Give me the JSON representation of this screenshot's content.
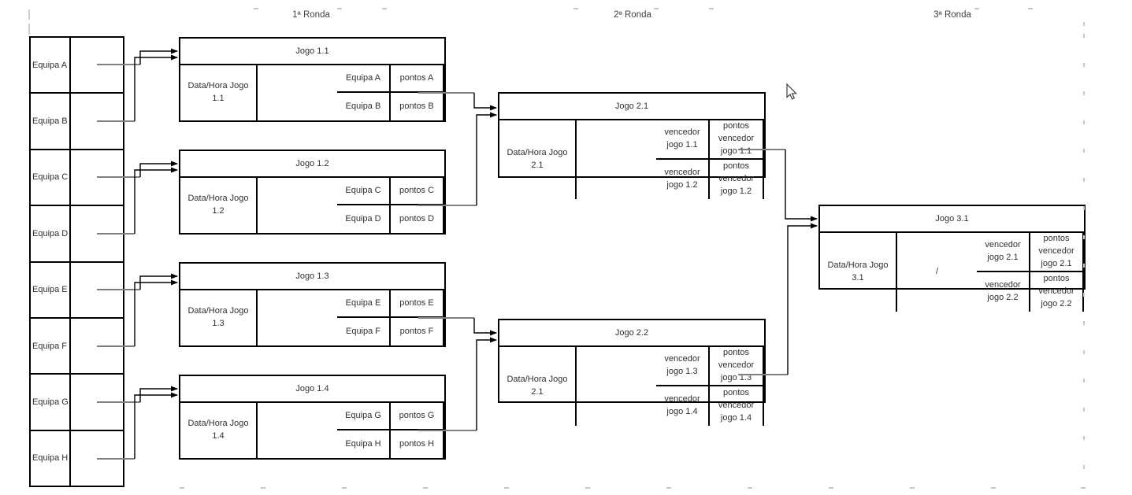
{
  "round_headers": [
    {
      "label": "1ª Ronda"
    },
    {
      "label": "2ª Ronda"
    },
    {
      "label": "3ª Ronda"
    }
  ],
  "teams": [
    "Equipa A",
    "Equipa B",
    "Equipa C",
    "Equipa D",
    "Equipa E",
    "Equipa F",
    "Equipa G",
    "Equipa H"
  ],
  "matches": {
    "r1": [
      {
        "title": "Jogo 1.1",
        "slot1": "Equipa A",
        "pts1": "pontos A",
        "slot2": "Equipa B",
        "pts2": "pontos B",
        "datetime": "Data/Hora Jogo 1.1",
        "result": ""
      },
      {
        "title": "Jogo 1.2",
        "slot1": "Equipa C",
        "pts1": "pontos C",
        "slot2": "Equipa D",
        "pts2": "pontos D",
        "datetime": "Data/Hora Jogo 1.2",
        "result": ""
      },
      {
        "title": "Jogo 1.3",
        "slot1": "Equipa E",
        "pts1": "pontos E",
        "slot2": "Equipa F",
        "pts2": "pontos F",
        "datetime": "Data/Hora Jogo 1.3",
        "result": ""
      },
      {
        "title": "Jogo 1.4",
        "slot1": "Equipa G",
        "pts1": "pontos G",
        "slot2": "Equipa H",
        "pts2": "pontos H",
        "datetime": "Data/Hora Jogo 1.4",
        "result": ""
      }
    ],
    "r2": [
      {
        "title": "Jogo 2.1",
        "slot1": "vencedor jogo 1.1",
        "pts1": "pontos vencedor jogo 1.1",
        "slot2": "vencedor jogo 1.2",
        "pts2": "pontos vencedor jogo 1.2",
        "datetime": "Data/Hora Jogo 2.1",
        "result": ""
      },
      {
        "title": "Jogo 2.2",
        "slot1": "vencedor jogo 1.3",
        "pts1": "pontos vencedor jogo 1.3",
        "slot2": "vencedor jogo 1.4",
        "pts2": "pontos vencedor jogo 1.4",
        "datetime": "Data/Hora Jogo 2.1",
        "result": ""
      }
    ],
    "r3": [
      {
        "title": "Jogo 3.1",
        "slot1": "vencedor jogo 2.1",
        "pts1": "pontos vencedor jogo 2.1",
        "slot2": "vencedor jogo 2.2",
        "pts2": "pontos vencedor jogo 2.2",
        "datetime": "Data/Hora Jogo 3.1",
        "result": "/"
      }
    ]
  },
  "colors": {
    "background": "#ffffff",
    "box_border": "#000000",
    "text": "#303030",
    "connector": "#000000",
    "connector_stub": "#7f7f7f",
    "gridline_artifact": "#c9c9c9"
  },
  "cursor": {
    "type": "arrow-pointer"
  }
}
